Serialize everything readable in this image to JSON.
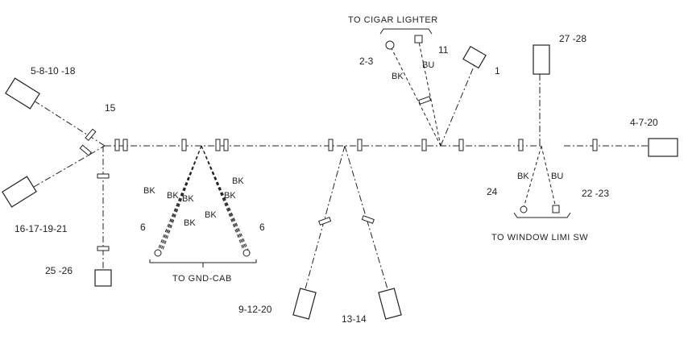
{
  "components": {
    "c_5_8_10_18": "5-8-10 -18",
    "c_16_17_19_21": "16-17-19-21",
    "c_25_26": "25 -26",
    "c_15": "15",
    "c_6_left": "6",
    "c_6_right": "6",
    "c_9_12_20": "9-12-20",
    "c_13_14": "13-14",
    "c_2_3": "2-3",
    "c_11": "11",
    "c_1": "1",
    "c_27_28": "27 -28",
    "c_4_7_20": "4-7-20",
    "c_24": "24",
    "c_22_23": "22 -23"
  },
  "captions": {
    "cigar_lighter": "TO CIGAR LIGHTER",
    "gnd_cab": "TO GND-CAB",
    "window_limit": "TO WINDOW LIMI   SW"
  },
  "wire_colors": {
    "bk": "BK",
    "bu": "BU"
  }
}
